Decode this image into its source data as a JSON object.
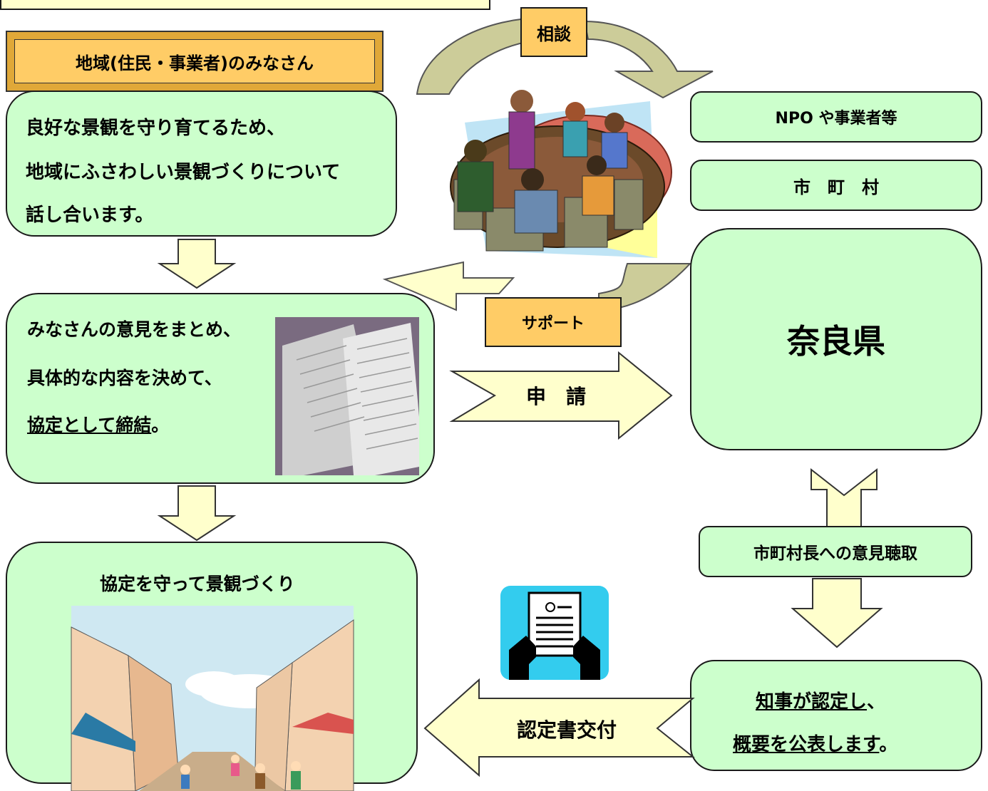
{
  "community": {
    "title": "地域(住民・事業者)のみなさん",
    "lines": [
      "良好な景観を守り育てるため、",
      "地域にふさわしい景観づくりについて",
      "話し合います。"
    ]
  },
  "opinions": {
    "line1": "みなさんの意見をまとめ、",
    "line2": "具体的な内容を決めて、",
    "line3_underlined": "協定として締結",
    "line3_tail": "。"
  },
  "agreement": {
    "title": "協定を守って景観づくり"
  },
  "consult_label": "相談",
  "support_label": "サポート",
  "npo_label": "NPO や事業者等",
  "municipality_label": "市　町　村",
  "prefecture_label": "奈良県",
  "apply_label": "申　請",
  "hearing_label": "市町村長への意見聴取",
  "certify": {
    "line1_underlined": "知事が認定し",
    "line1_tail": "、",
    "line2_underlined": "概要を公表します",
    "line2_tail": "。"
  },
  "certificate_label": "認定書交付",
  "colors": {
    "box_green": "#ccffcc",
    "label_orange": "#ffcc66",
    "arrow_yellow": "#ffffcc",
    "curve_olive": "#cccc99",
    "icon_cyan": "#33ccee"
  },
  "icons": {
    "meeting": "meeting-illustration-icon",
    "document": "document-photo-icon",
    "street": "street-illustration-icon",
    "certificate": "certificate-icon"
  }
}
